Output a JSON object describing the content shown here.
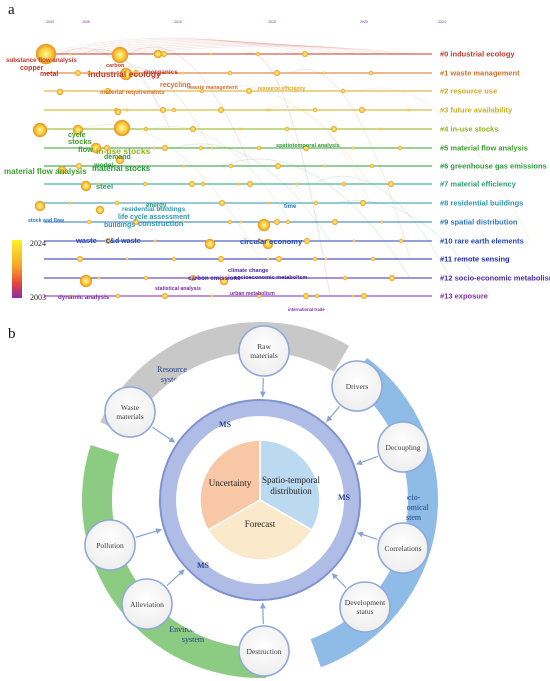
{
  "panel_a": {
    "label": "a",
    "years_axis": [
      "2003",
      "2005",
      "2010",
      "2015",
      "2020",
      "2024"
    ],
    "clusters": [
      {
        "id": 0,
        "label": "#0 industrial ecology",
        "color": "#c0392b"
      },
      {
        "id": 1,
        "label": "#1 waste management",
        "color": "#d4722a"
      },
      {
        "id": 2,
        "label": "#2 resource use",
        "color": "#d9a520"
      },
      {
        "id": 3,
        "label": "#3 future availability",
        "color": "#c6b21e"
      },
      {
        "id": 4,
        "label": "#4 in-use stocks",
        "color": "#8fb31a"
      },
      {
        "id": 5,
        "label": "#5 material flow analysis",
        "color": "#3e9f2e"
      },
      {
        "id": 6,
        "label": "#6 greenhouse gas emissions",
        "color": "#2a9a3a"
      },
      {
        "id": 7,
        "label": "#7 material efficiency",
        "color": "#27a07a"
      },
      {
        "id": 8,
        "label": "#8 residential buildings",
        "color": "#2b95ad"
      },
      {
        "id": 9,
        "label": "#9 spatial distribution",
        "color": "#2b77bb"
      },
      {
        "id": 10,
        "label": "#10 rare earth elements",
        "color": "#2546b3"
      },
      {
        "id": 11,
        "label": "#11 remote sensing",
        "color": "#1f2bb0"
      },
      {
        "id": 12,
        "label": "#12 socio-economic metabolism",
        "color": "#4a2aa8"
      },
      {
        "id": 13,
        "label": "#13 exposure",
        "color": "#7e2aa6"
      }
    ],
    "keywords": [
      {
        "text": "substance flow analysis",
        "color": "#c0392b"
      },
      {
        "text": "copper",
        "color": "#c0392b"
      },
      {
        "text": "metal",
        "color": "#c0392b"
      },
      {
        "text": "carbon",
        "color": "#c0392b"
      },
      {
        "text": "industrial ecology",
        "color": "#c0392b"
      },
      {
        "text": "inorganics",
        "color": "#c0392b"
      },
      {
        "text": "recycling",
        "color": "#d4722a"
      },
      {
        "text": "waste management",
        "color": "#d4722a"
      },
      {
        "text": "material requirements",
        "color": "#d4722a"
      },
      {
        "text": "resource efficiency",
        "color": "#d9a520"
      },
      {
        "text": "in-use stocks",
        "color": "#8fb31a"
      },
      {
        "text": "flow",
        "color": "#3e9f2e"
      },
      {
        "text": "stocks",
        "color": "#3e9f2e"
      },
      {
        "text": "cycle",
        "color": "#3e9f2e"
      },
      {
        "text": "material flow analysis",
        "color": "#3e9f2e"
      },
      {
        "text": "demand",
        "color": "#2a9a3a"
      },
      {
        "text": "model",
        "color": "#2a9a3a"
      },
      {
        "text": "material stocks",
        "color": "#2a9a3a"
      },
      {
        "text": "spatiotemporal analysis",
        "color": "#2a9a3a"
      },
      {
        "text": "steel",
        "color": "#27a07a"
      },
      {
        "text": "energy",
        "color": "#27a07a"
      },
      {
        "text": "residential buildings",
        "color": "#2b95ad"
      },
      {
        "text": "life cycle assessment",
        "color": "#2b95ad"
      },
      {
        "text": "buildings",
        "color": "#2b95ad"
      },
      {
        "text": "construction",
        "color": "#2b95ad"
      },
      {
        "text": "stock and flow",
        "color": "#2b77bb"
      },
      {
        "text": "time",
        "color": "#2b77bb"
      },
      {
        "text": "waste",
        "color": "#2546b3"
      },
      {
        "text": "c&d waste",
        "color": "#2546b3"
      },
      {
        "text": "circular economy",
        "color": "#2546b3"
      },
      {
        "text": "carbon emissions",
        "color": "#4a2aa8"
      },
      {
        "text": "climate change",
        "color": "#4a2aa8"
      },
      {
        "text": "socioeconomic metabolism",
        "color": "#4a2aa8"
      },
      {
        "text": "dynamic analysis",
        "color": "#7e2aa6"
      },
      {
        "text": "statistical analysis",
        "color": "#7e2aa6"
      },
      {
        "text": "urban metabolism",
        "color": "#7e2aa6"
      },
      {
        "text": "international trade",
        "color": "#7e2aa6"
      }
    ],
    "legend": {
      "max": "2024",
      "min": "2003"
    }
  },
  "panel_b": {
    "label": "b",
    "center": {
      "segments": [
        {
          "label": "Spatio-temporal distribution",
          "color": "#bcd9f2"
        },
        {
          "label": "Forecast",
          "color": "#faeacb"
        },
        {
          "label": "Uncertainty",
          "color": "#f8c8a6"
        }
      ]
    },
    "ms_label": "MS",
    "systems": [
      {
        "label": "Resource system",
        "color": "#c8c8c8"
      },
      {
        "label": "Socio-economical system",
        "color": "#8fbce6"
      },
      {
        "label": "Environmental system",
        "color": "#8ccc82"
      }
    ],
    "nodes": [
      {
        "label": "Raw materials"
      },
      {
        "label": "Drivers"
      },
      {
        "label": "Decoupling"
      },
      {
        "label": "Correlations"
      },
      {
        "label": "Development status"
      },
      {
        "label": "Destruction"
      },
      {
        "label": "Alleviation"
      },
      {
        "label": "Pollution"
      },
      {
        "label": "Waste materials"
      }
    ]
  }
}
